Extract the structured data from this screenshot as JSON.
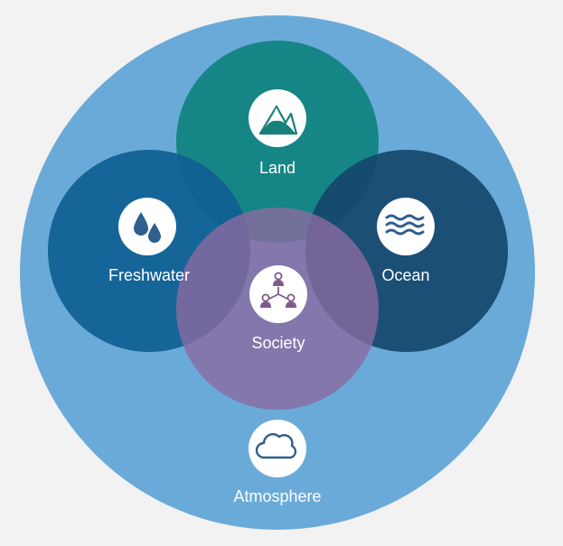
{
  "labels": {
    "land": "Land",
    "freshwater": "Freshwater",
    "ocean": "Ocean",
    "society": "Society",
    "atmosphere": "Atmosphere"
  },
  "icons": {
    "land": "mountain-icon",
    "freshwater": "water-drops-icon",
    "ocean": "waves-icon",
    "society": "people-network-icon",
    "atmosphere": "cloud-icon"
  },
  "colors": {
    "background": "#f2f2f2",
    "atmosphere": "#6aaad9",
    "land": "#0a7f7a",
    "freshwater": "#0f5f94",
    "ocean": "#16486c",
    "society": "#8b6aa0",
    "icon_circle": "#ffffff",
    "icon_blue": "#2f5f8e",
    "icon_teal": "#17807a",
    "icon_purple": "#7f5b8c"
  }
}
